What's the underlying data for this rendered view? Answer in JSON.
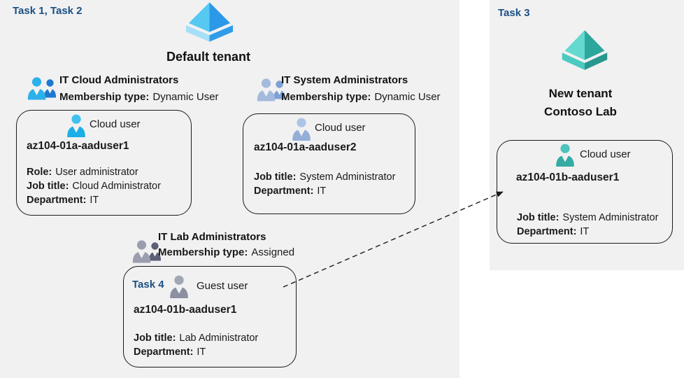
{
  "colors": {
    "background": "#ffffff",
    "region_fill": "#f1f1f2",
    "task_label_blue": "#1b4f82",
    "text": "#1a1a1a",
    "card_border": "#1a1a1a",
    "azure_icon_blue_light": "#55c9f2",
    "azure_icon_blue_dark": "#2b98e8",
    "azure_icon_teal_light": "#63d9d0",
    "azure_icon_teal_dark": "#2da69c",
    "cloud_user_cyan": "#1fb0e8",
    "cloud_user_steel": "#93afd8",
    "guest_user_gray": "#8b8fa0",
    "cloud_user_teal": "#35aca3"
  },
  "icons": {
    "tenant_blue": "azure-ad-diamond-blue",
    "tenant_teal": "azure-ad-diamond-teal",
    "group": "two-person-group",
    "cloud_user": "single-person",
    "guest_user": "single-person-gray"
  },
  "left": {
    "task_label": "Task 1, Task 2",
    "tenant_name": "Default tenant",
    "groups": [
      {
        "name": "IT Cloud Administrators",
        "membership_label": "Membership type:",
        "membership_value": "Dynamic User"
      },
      {
        "name": "IT System Administrators",
        "membership_label": "Membership type:",
        "membership_value": "Dynamic User"
      },
      {
        "name": "IT Lab Administrators",
        "membership_label": "Membership type:",
        "membership_value": "Assigned"
      }
    ],
    "cards": [
      {
        "user_type": "Cloud user",
        "username": "az104-01a-aaduser1",
        "fields": [
          {
            "label": "Role:",
            "value": "User administrator"
          },
          {
            "label": "Job title:",
            "value": "Cloud Administrator"
          },
          {
            "label": "Department:",
            "value": "IT"
          }
        ]
      },
      {
        "user_type": "Cloud user",
        "username": "az104-01a-aaduser2",
        "fields": [
          {
            "label": "Job title:",
            "value": "System Administrator"
          },
          {
            "label": "Department:",
            "value": "IT"
          }
        ]
      },
      {
        "task_label": "Task 4",
        "user_type": "Guest user",
        "username": "az104-01b-aaduser1",
        "fields": [
          {
            "label": "Job title:",
            "value": "Lab Administrator"
          },
          {
            "label": "Department:",
            "value": "IT"
          }
        ]
      }
    ]
  },
  "right": {
    "task_label": "Task 3",
    "tenant_name_line1": "New tenant",
    "tenant_name_line2": "Contoso Lab",
    "card": {
      "user_type": "Cloud user",
      "username": "az104-01b-aaduser1",
      "fields": [
        {
          "label": "Job title:",
          "value": "System Administrator"
        },
        {
          "label": "Department:",
          "value": "IT"
        }
      ]
    }
  }
}
